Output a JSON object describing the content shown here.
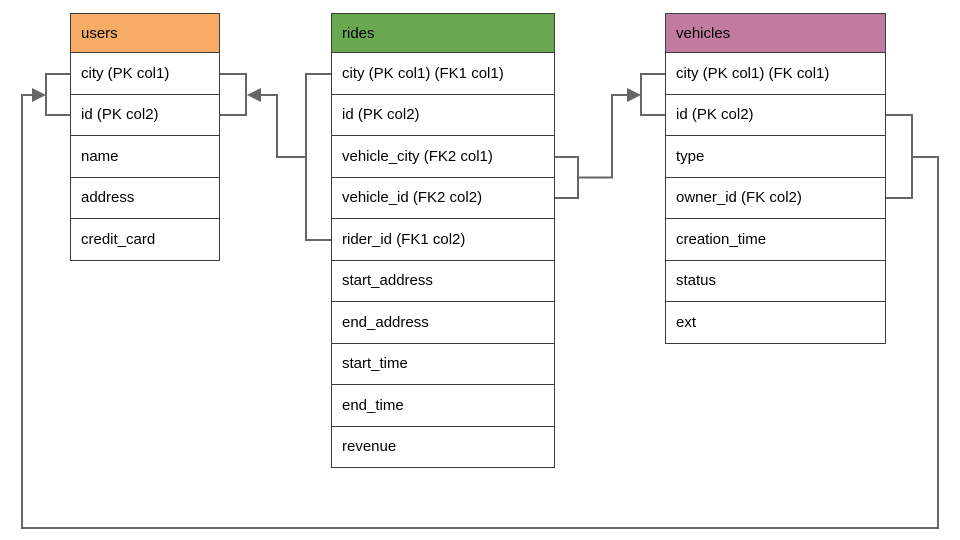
{
  "diagram": {
    "type": "entity-relationship-diagram",
    "background_color": "#ffffff",
    "connector_color": "#666666",
    "cell_border_color": "#3d3d3d",
    "text_color": "#000000",
    "tables": [
      {
        "name": "users",
        "header_color": "#F6AC64",
        "columns": [
          "city (PK col1)",
          "id (PK col2)",
          "name",
          "address",
          "credit_card"
        ]
      },
      {
        "name": "rides",
        "header_color": "#6AA84F",
        "columns": [
          "city (PK col1) (FK1 col1)",
          "id (PK col2)",
          "vehicle_city (FK2 col1)",
          "vehicle_id (FK2 col2)",
          "rider_id (FK1 col2)",
          "start_address",
          "end_address",
          "start_time",
          "end_time",
          "revenue"
        ]
      },
      {
        "name": "vehicles",
        "header_color": "#C27BA0",
        "columns": [
          "city (PK col1) (FK col1)",
          "id (PK col2)",
          "type",
          "owner_id (FK col2)",
          "creation_time",
          "status",
          "ext"
        ]
      }
    ],
    "relationships": [
      {
        "from": "rides (city, rider_id) FK1",
        "to": "users (city, id)"
      },
      {
        "from": "rides (vehicle_city, vehicle_id) FK2",
        "to": "vehicles (city, id)"
      },
      {
        "from": "vehicles (city, owner_id) FK",
        "to": "users (city, id)"
      }
    ]
  }
}
